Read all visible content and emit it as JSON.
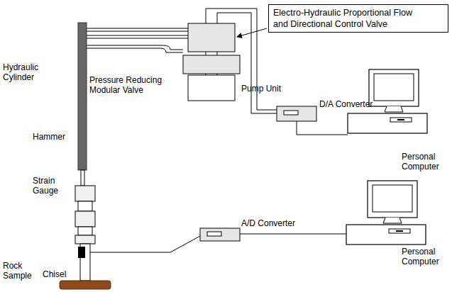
{
  "diagram": {
    "nodes": [
      {
        "text": [
          "Electro-Hydraulic Proportional Flow and Directional Control Valve"
        ]
      }
    ],
    "labels": [
      "Hydraulic Cylinder",
      "Pressure Reducing Modular Valve",
      "Pump Unit",
      "D/A Converter",
      "Personal Computer",
      "Hammer",
      "Strain Gauge",
      "A/D Converter",
      "Personal Computer",
      "Rock Sample",
      "Chisel"
    ]
  }
}
